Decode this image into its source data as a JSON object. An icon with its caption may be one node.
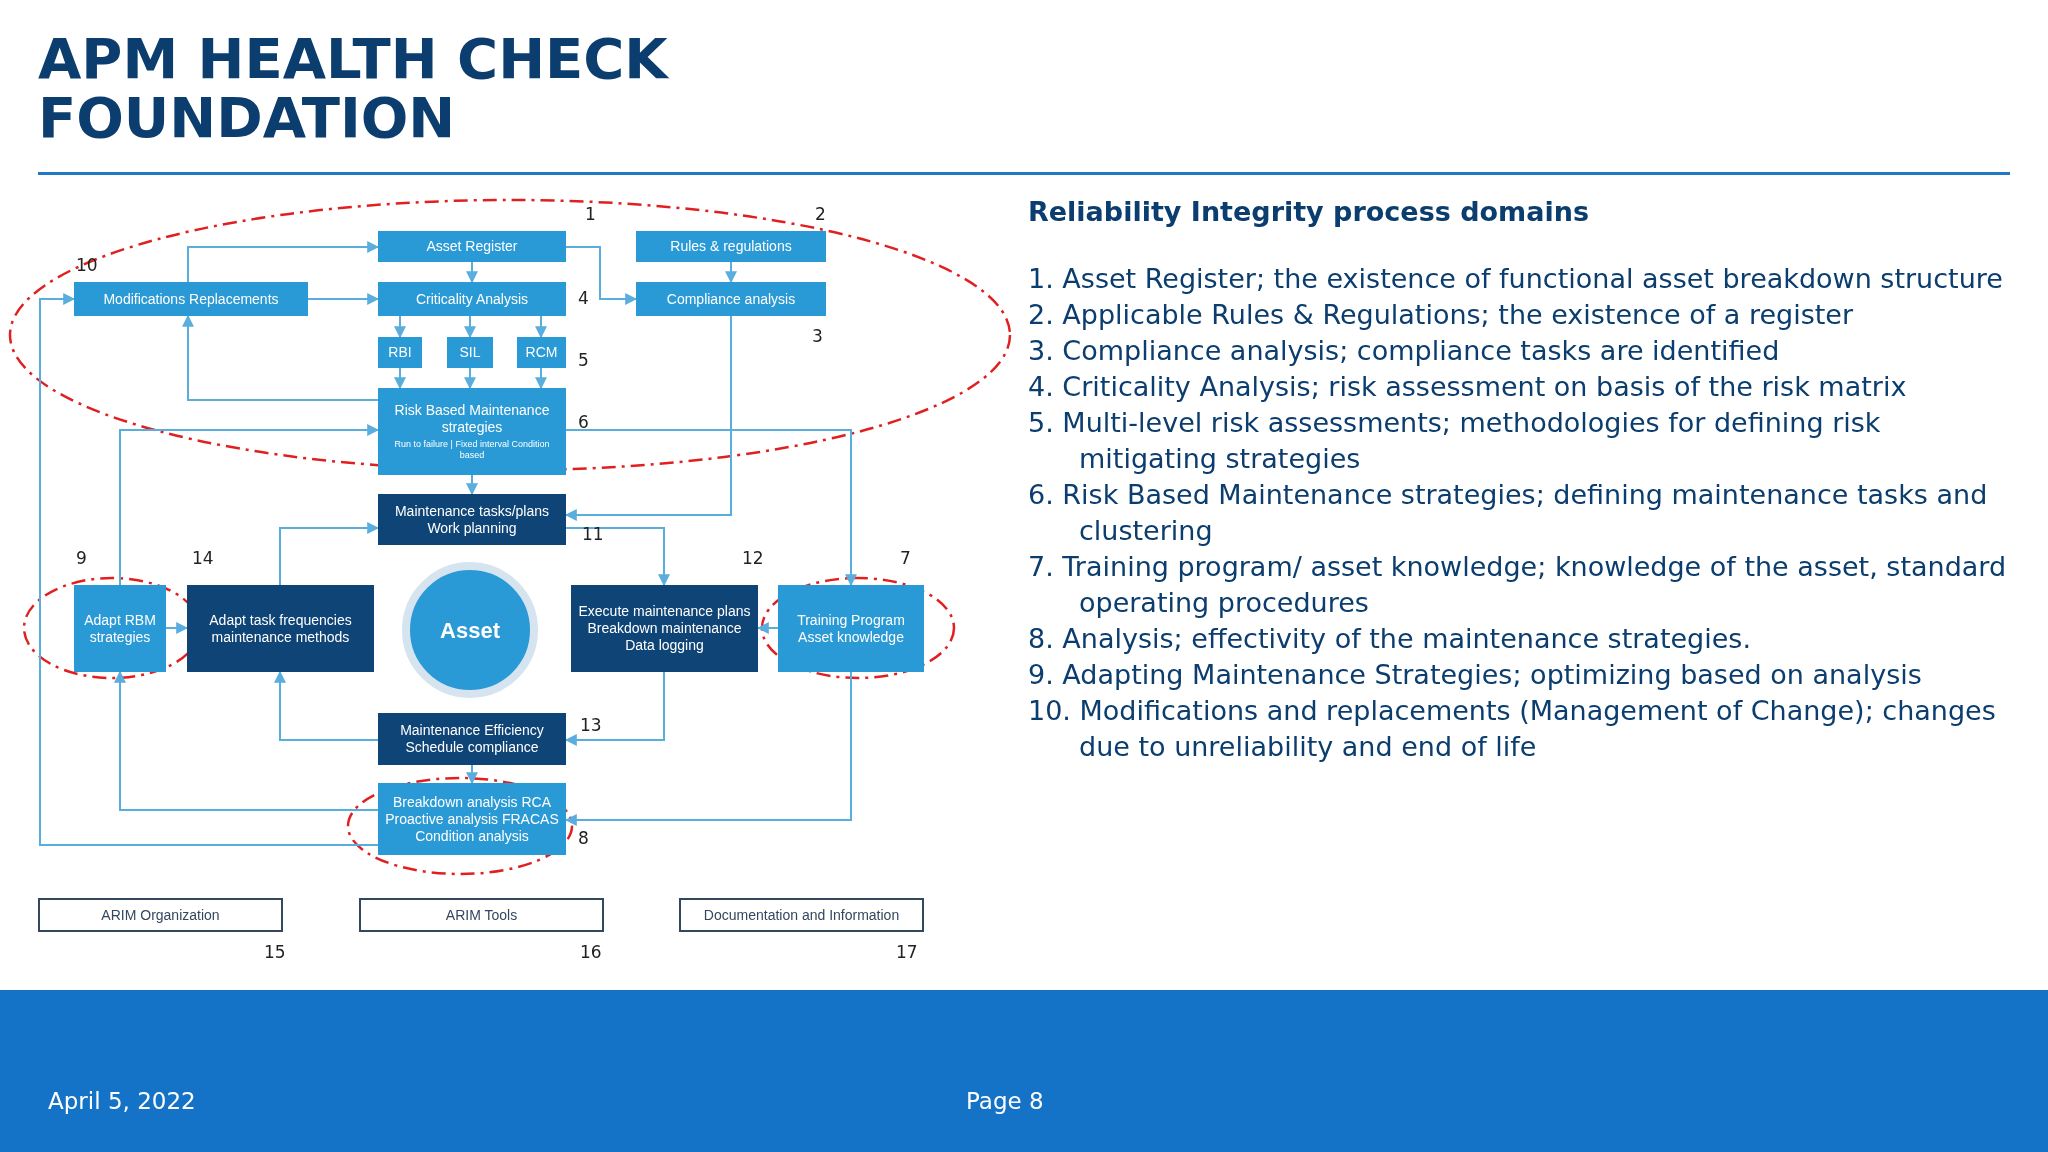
{
  "diagram": {
    "title": "APM HEALTH CHECK FOUNDATION",
    "nodes": [
      {
        "text": [
          "Asset Register"
        ],
        "beside": [
          "1"
        ]
      },
      {
        "text": [
          "Rules & regulations"
        ],
        "beside": [
          "2"
        ]
      },
      {
        "text": [
          "Modifications Replacements"
        ],
        "beside": [
          "10"
        ]
      },
      {
        "text": [
          "Criticality Analysis"
        ],
        "beside": [
          "4"
        ]
      },
      {
        "text": [
          "Compliance analysis"
        ],
        "beside": [
          "3"
        ]
      },
      {
        "text": [
          "RBI"
        ]
      },
      {
        "text": [
          "SIL"
        ]
      },
      {
        "text": [
          "RCM"
        ],
        "beside": [
          "5"
        ]
      },
      {
        "text": [
          "Risk Based Maintenance strategies",
          "Run to failure | Fixed interval Condition based"
        ],
        "beside": [
          "6"
        ]
      },
      {
        "text": [
          "Maintenance tasks/plans Work planning"
        ],
        "beside": [
          "11"
        ]
      },
      {
        "text": [
          "Adapt RBM strategies"
        ],
        "beside": [
          "9"
        ]
      },
      {
        "text": [
          "Adapt task frequencies maintenance methods"
        ],
        "beside": [
          "14"
        ]
      },
      {
        "text": [
          "Asset"
        ]
      },
      {
        "text": [
          "Execute maintenance plans Breakdown maintenance Data logging"
        ],
        "beside": [
          "12"
        ]
      },
      {
        "text": [
          "Training Program Asset knowledge"
        ],
        "beside": [
          "7"
        ]
      },
      {
        "text": [
          "Maintenance Efficiency Schedule compliance"
        ],
        "beside": [
          "13"
        ]
      },
      {
        "text": [
          "Breakdown analysis RCA Proactive analysis FRACAS Condition analysis"
        ],
        "beside": [
          "8"
        ]
      },
      {
        "text": [
          "ARIM Organization"
        ],
        "beside": [
          "15"
        ]
      },
      {
        "text": [
          "ARIM Tools"
        ],
        "beside": [
          "16"
        ]
      },
      {
        "text": [
          "Documentation and Information"
        ],
        "beside": [
          "17"
        ]
      }
    ],
    "edges": [
      {
        "from": 2,
        "to": 0,
        "arrow": "to"
      },
      {
        "from": 2,
        "to": 3,
        "arrow": "to"
      },
      {
        "from": 0,
        "to": 3,
        "arrow": "to"
      },
      {
        "from": 0,
        "to": 4,
        "arrow": "to"
      },
      {
        "from": 1,
        "to": 4,
        "arrow": "to"
      },
      {
        "from": 3,
        "to": 5,
        "arrow": "to"
      },
      {
        "from": 3,
        "to": 6,
        "arrow": "to"
      },
      {
        "from": 3,
        "to": 7,
        "arrow": "to"
      },
      {
        "from": 5,
        "to": 8,
        "arrow": "to"
      },
      {
        "from": 6,
        "to": 8,
        "arrow": "to"
      },
      {
        "from": 7,
        "to": 8,
        "arrow": "to"
      },
      {
        "from": 8,
        "to": 2,
        "arrow": "to"
      },
      {
        "from": 8,
        "to": 9,
        "arrow": "to"
      },
      {
        "from": 4,
        "to": 9,
        "arrow": "to"
      },
      {
        "from": 8,
        "to": 14,
        "arrow": "to"
      },
      {
        "from": 9,
        "to": 13,
        "arrow": "to"
      },
      {
        "from": 13,
        "to": 15,
        "arrow": "to"
      },
      {
        "from": 15,
        "to": 11,
        "arrow": "to"
      },
      {
        "from": 11,
        "to": 9,
        "arrow": "to"
      },
      {
        "from": 14,
        "to": 13,
        "arrow": "to"
      },
      {
        "from": 10,
        "to": 11,
        "arrow": "to"
      },
      {
        "from": 15,
        "to": 16,
        "arrow": "to"
      },
      {
        "from": 14,
        "to": 16,
        "arrow": "to"
      },
      {
        "from": 16,
        "to": 10,
        "arrow": "to"
      },
      {
        "from": 10,
        "to": 8,
        "arrow": "to"
      },
      {
        "from": 16,
        "to": 2,
        "arrow": "to"
      }
    ],
    "labels": [
      "Reliability Integrity process domains",
      "1. Asset Register; the existence of functional asset breakdown structure",
      "2. Applicable Rules & Regulations; the existence of a register",
      "3. Compliance analysis; compliance tasks are identified",
      "4. Criticality Analysis; risk assessment on basis of the risk matrix",
      "5. Multi-level risk assessments; methodologies for defining risk mitigating strategies",
      "6. Risk Based Maintenance strategies; defining maintenance tasks and clustering",
      "7. Training program/ asset knowledge; knowledge of the asset, standard operating procedures",
      "8. Analysis; effectivity of the maintenance strategies.",
      "9. Adapting Maintenance Strategies; optimizing based on analysis",
      "10. Modifications and replacements (Management of Change); changes due to unreliability and end of life",
      "April 5, 2022",
      "Page 8"
    ]
  }
}
